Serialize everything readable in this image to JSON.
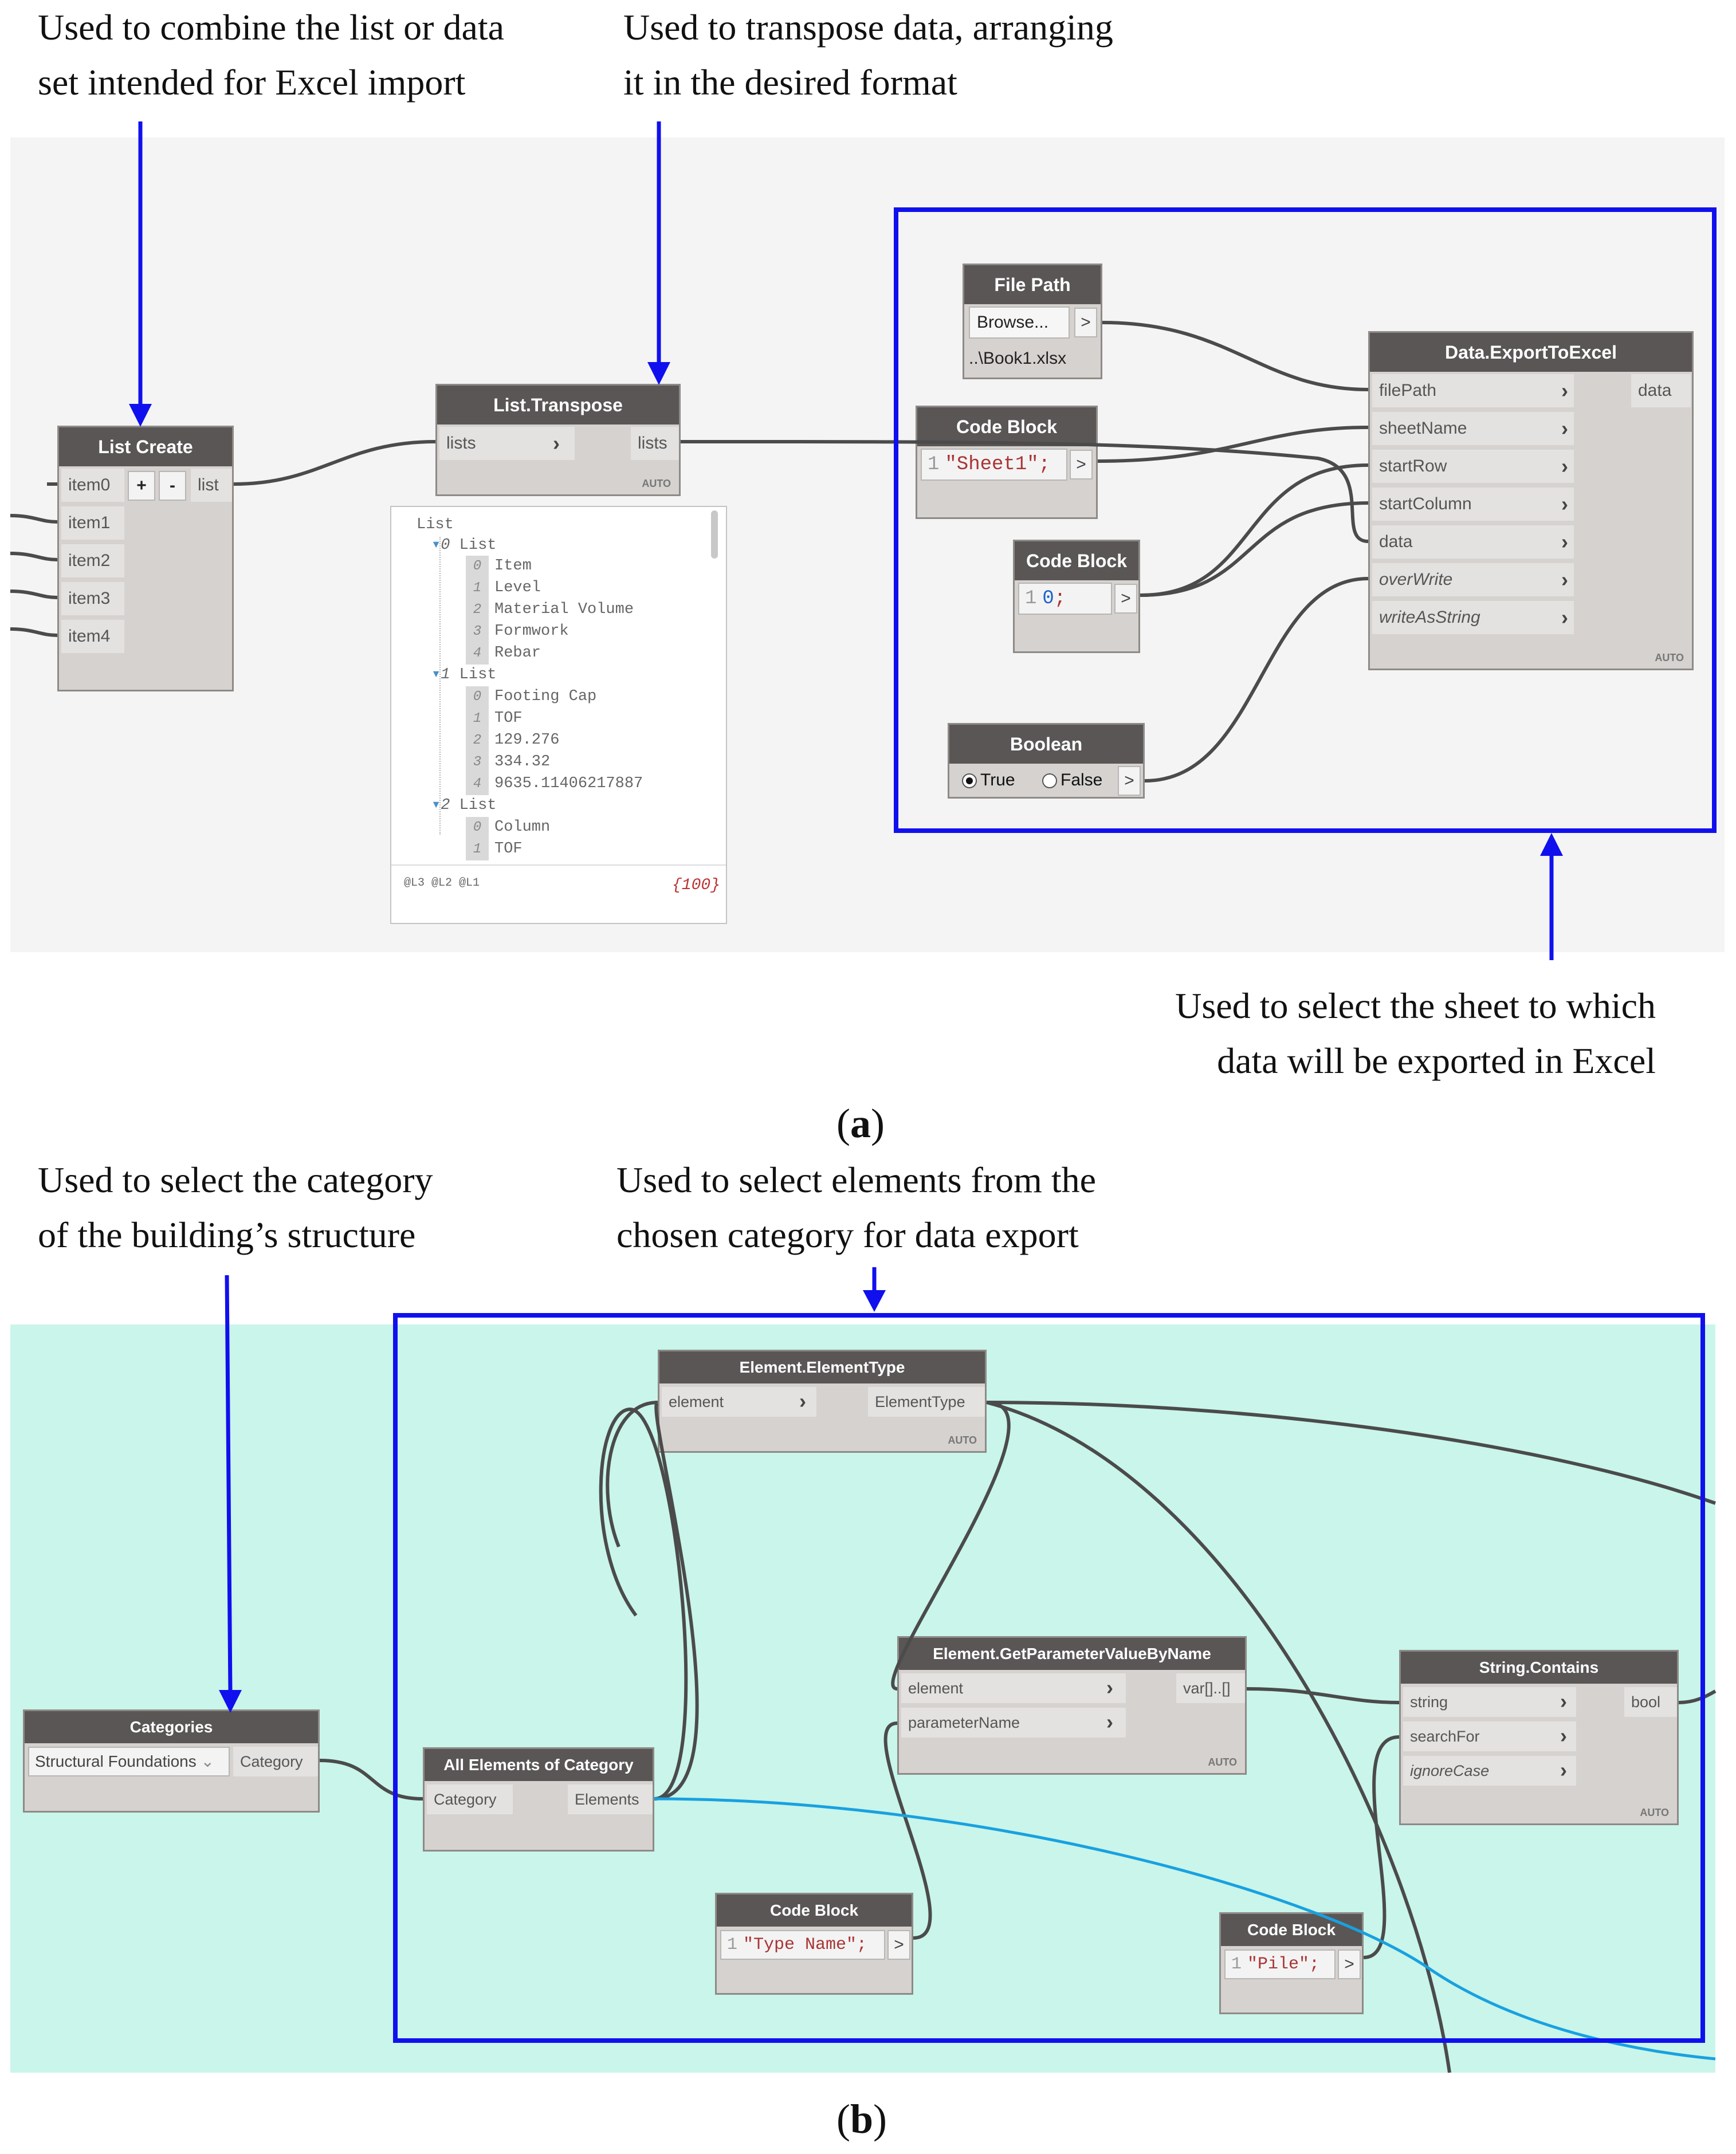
{
  "panel_a": {
    "label_paren_open": "(",
    "label_letter": "a",
    "label_paren_close": ")",
    "annotations": {
      "list_create": [
        "Used to combine the list or data",
        "set intended for Excel import"
      ],
      "transpose": [
        "Used to transpose data, arranging",
        "it in the desired format"
      ],
      "sheet": [
        "Used to select the sheet to which",
        "data will be exported in Excel"
      ]
    },
    "list_create": {
      "title": "List Create",
      "inputs": [
        "item0",
        "item1",
        "item2",
        "item3",
        "item4"
      ],
      "plus": "+",
      "minus": "-",
      "output": "list"
    },
    "list_transpose": {
      "title": "List.Transpose",
      "input": "lists",
      "output": "lists",
      "lacing": "AUTO"
    },
    "preview": {
      "root": "List",
      "groups": [
        {
          "index": "0",
          "label": "List",
          "items": [
            [
              "0",
              "Item"
            ],
            [
              "1",
              "Level"
            ],
            [
              "2",
              "Material Volume"
            ],
            [
              "3",
              "Formwork"
            ],
            [
              "4",
              "Rebar"
            ]
          ]
        },
        {
          "index": "1",
          "label": "List",
          "items": [
            [
              "0",
              "Footing Cap"
            ],
            [
              "1",
              "TOF"
            ],
            [
              "2",
              "129.276"
            ],
            [
              "3",
              "334.32"
            ],
            [
              "4",
              "9635.11406217887"
            ]
          ]
        },
        {
          "index": "2",
          "label": "List",
          "items": [
            [
              "0",
              "Column"
            ],
            [
              "1",
              "TOF"
            ]
          ]
        }
      ],
      "levels": "@L3 @L2 @L1",
      "count": "{100}"
    },
    "file_path": {
      "title": "File Path",
      "button": "Browse...",
      "gt": ">",
      "value": "..\\Book1.xlsx"
    },
    "code_block_sheet": {
      "title": "Code Block",
      "line_no": "1",
      "code": "\"Sheet1\";",
      "gt": ">"
    },
    "code_block_zero": {
      "title": "Code Block",
      "line_no": "1",
      "code_num": "0",
      "code_rest": ";",
      "gt": ">"
    },
    "boolean": {
      "title": "Boolean",
      "true_label": "True",
      "false_label": "False",
      "selected": "True",
      "gt": ">"
    },
    "export": {
      "title": "Data.ExportToExcel",
      "inputs": [
        "filePath",
        "sheetName",
        "startRow",
        "startColumn",
        "data",
        "overWrite",
        "writeAsString"
      ],
      "output": "data",
      "lacing": "AUTO"
    }
  },
  "panel_b": {
    "label_paren_open": "(",
    "label_letter": "b",
    "label_paren_close": ")",
    "annotations": {
      "category": [
        "Used to select the category",
        "of the building’s structure"
      ],
      "elements": [
        "Used to select elements from the",
        "chosen category for data export"
      ]
    },
    "categories": {
      "title": "Categories",
      "selected": "Structural Foundations",
      "output": "Category"
    },
    "all_elements": {
      "title": "All Elements of Category",
      "input": "Category",
      "output": "Elements"
    },
    "element_type": {
      "title": "Element.ElementType",
      "input": "element",
      "output": "ElementType",
      "lacing": "AUTO"
    },
    "get_param": {
      "title": "Element.GetParameterValueByName",
      "inputs": [
        "element",
        "parameterName"
      ],
      "output": "var[]..[]",
      "lacing": "AUTO"
    },
    "string_contains": {
      "title": "String.Contains",
      "inputs": [
        "string",
        "searchFor",
        "ignoreCase"
      ],
      "output": "bool",
      "lacing": "AUTO"
    },
    "code_block_type": {
      "title": "Code Block",
      "line_no": "1",
      "code": "\"Type Name\";",
      "gt": ">"
    },
    "code_block_pile": {
      "title": "Code Block",
      "line_no": "1",
      "code": "\"Pile\";",
      "gt": ">"
    }
  },
  "colors": {
    "annotation_blue": "#1010ee",
    "panel_b_background": "#c9f5ea",
    "node_header": "#5a5656",
    "wire": "#4b4b4b",
    "highlight_wire": "#18a1e0"
  }
}
